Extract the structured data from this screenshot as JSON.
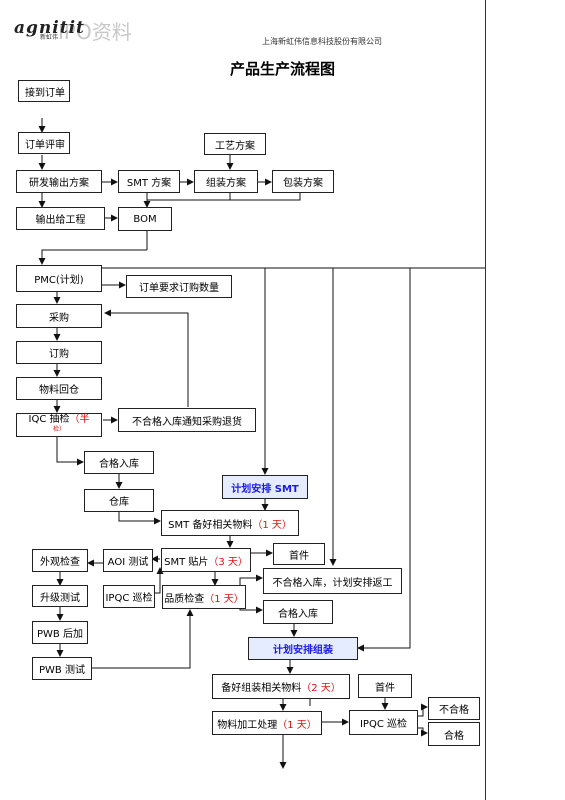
{
  "header": {
    "logo_text": "agnitit",
    "logo_sub": "新虹伟",
    "watermark": "IPO资料",
    "company": "上海新虹伟信息科技股份有限公司",
    "title": "产品生产流程图"
  },
  "nodes": {
    "receive_order": "接到订单",
    "order_review": "订单评审",
    "rd_plan": "研发输出方案",
    "process_plan": "工艺方案",
    "smt_plan": "SMT 方案",
    "assembly_plan": "组装方案",
    "packaging_plan": "包装方案",
    "output_engineering": "输出给工程",
    "bom": "BOM",
    "pmc": "PMC(计划)",
    "order_quantity": "订单要求订购数量",
    "purchasing": "采购",
    "ordering": "订购",
    "material_return": "物料回仓",
    "iqc_main": "IQC 抽检",
    "iqc_red": "（半",
    "iqc_red2": "检）",
    "unqualified_return": "不合格入库通知采购退货",
    "qualified_in": "合格入库",
    "warehouse": "仓库",
    "schedule_smt": "计划安排 SMT",
    "smt_prepare_main": "SMT 备好相关物料",
    "smt_prepare_red": "（1 天）",
    "appearance_check": "外观检查",
    "aoi_test": "AOI 测试",
    "smt_mount_main": "SMT 贴片",
    "smt_mount_red": "（3 天）",
    "first_piece_1": "首件",
    "upgrade_test": "升级测试",
    "ipqc_patrol_1": "IPQC 巡检",
    "quality_check_main": "品质检查",
    "quality_check_red": "（1 天）",
    "unqualified_rework": "不合格入库，计划安排返工",
    "qualified_in_2": "合格入库",
    "pwb_add": "PWB 后加",
    "pwb_test": "PWB 测试",
    "schedule_assembly": "计划安排组装",
    "assembly_prepare_main": "备好组装相关物料",
    "assembly_prepare_red": "（2 天）",
    "first_piece_2": "首件",
    "material_process_main": "物料加工处理",
    "material_process_red": "（1 天）",
    "ipqc_patrol_2": "IPQC 巡检",
    "unqualified": "不合格",
    "qualified": "合格"
  }
}
